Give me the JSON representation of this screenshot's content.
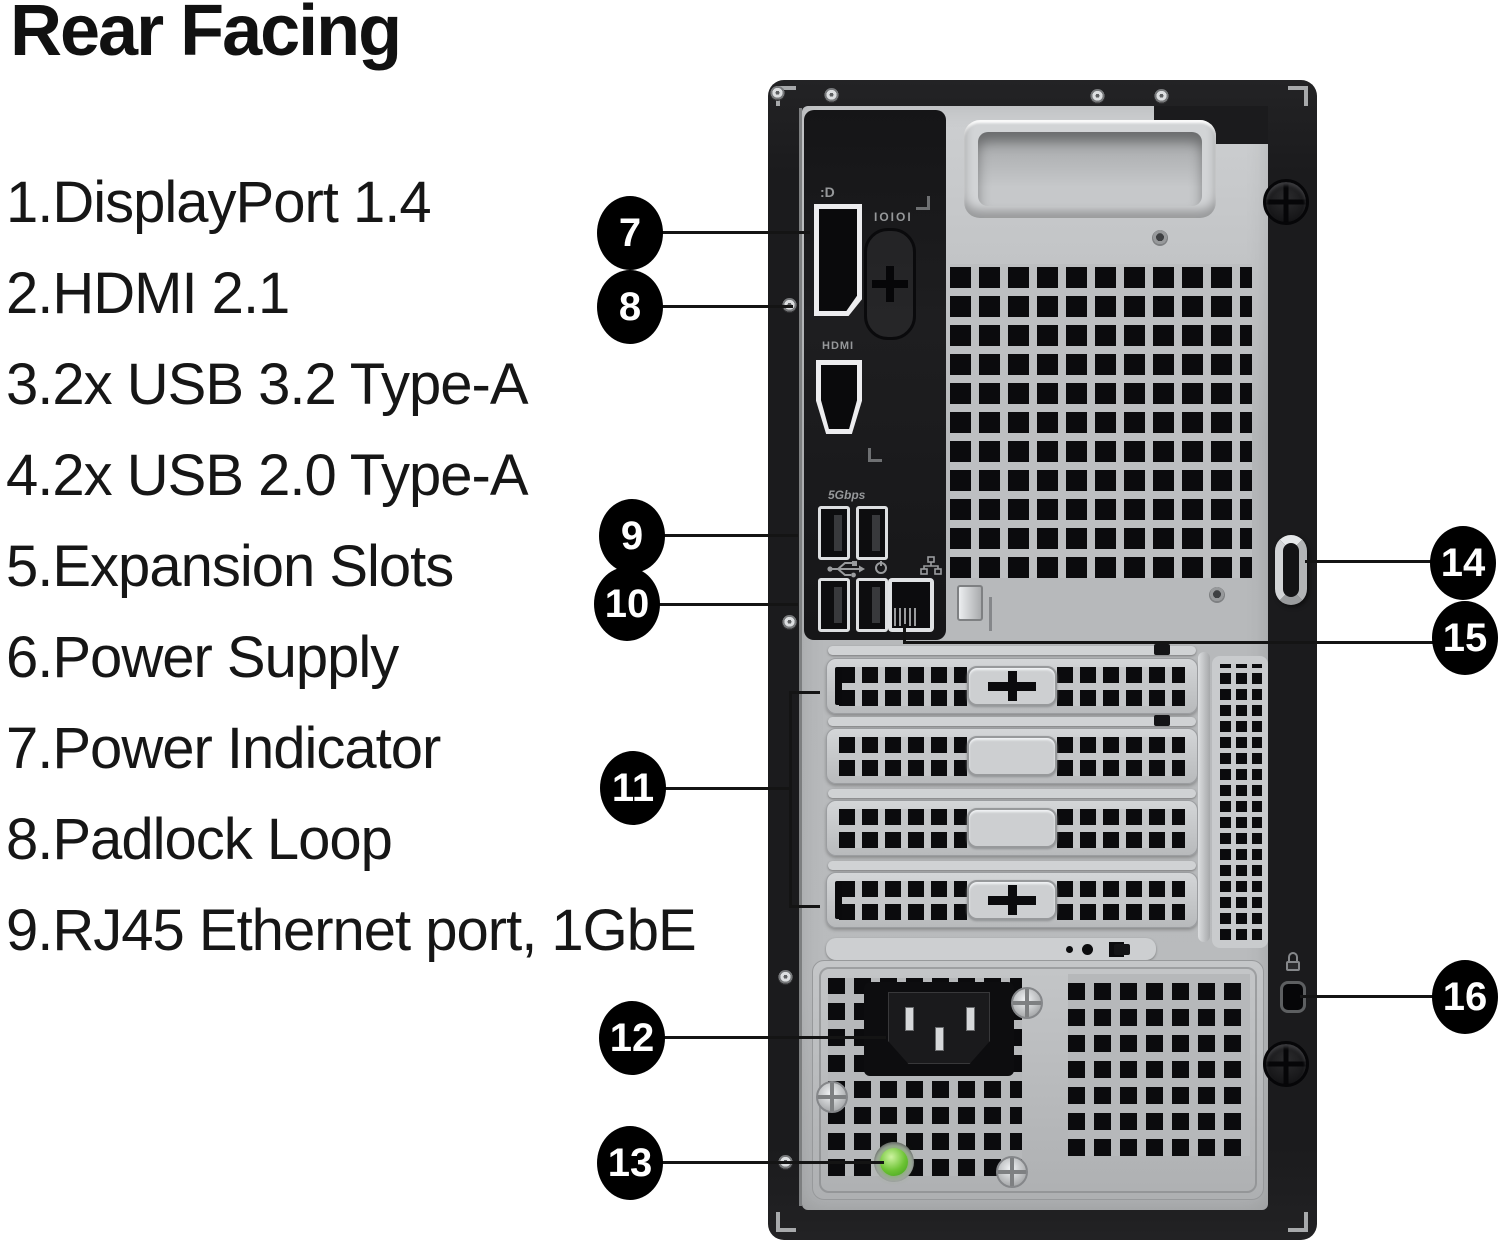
{
  "title": "Rear Facing",
  "legend": {
    "items": [
      "1.DisplayPort 1.4",
      "2.HDMI 2.1",
      "3.2x USB 3.2 Type-A",
      "4.2x USB 2.0 Type-A",
      "5.Expansion Slots",
      "6.Power Supply",
      "7.Power Indicator",
      "8.Padlock Loop",
      "9.RJ45 Ethernet port, 1GbE"
    ]
  },
  "callouts": {
    "c7": "7",
    "c8": "8",
    "c9": "9",
    "c10": "10",
    "c11": "11",
    "c12": "12",
    "c13": "13",
    "c14": "14",
    "c15": "15",
    "c16": "16"
  },
  "ports": {
    "displayport_logo": ":D",
    "hdmi_label": "HDMI",
    "serial_label": "IOIOI",
    "usb3_speed_label": "5Gbps"
  },
  "colors": {
    "background": "#ffffff",
    "text": "#161616",
    "chassis_black": "#1b1b1d",
    "panel_gray": "#b9bbbd",
    "vent_hole_black": "#0b0b0d",
    "power_led_green": "#6cc333",
    "callout_black": "#000000"
  }
}
